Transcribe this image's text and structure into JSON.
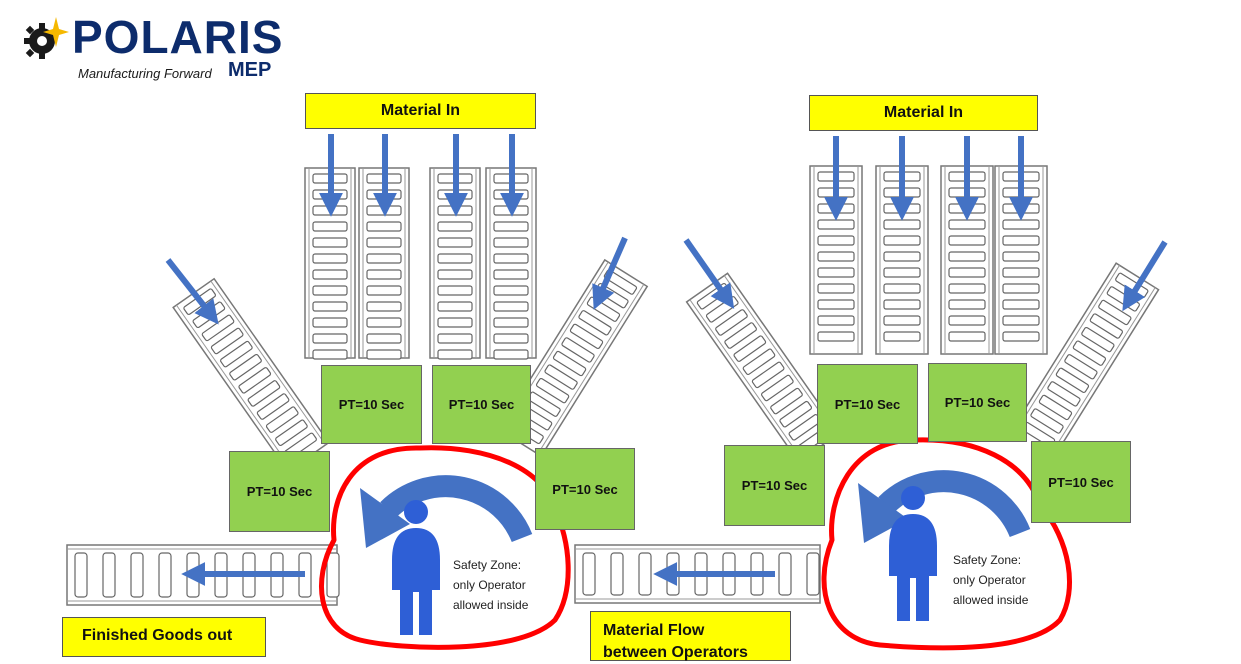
{
  "logo": {
    "brand": "POLARIS",
    "tagline": "Manufacturing Forward",
    "sub": "MEP",
    "brand_color": "#0d2c6c",
    "accent_color": "#f5b800"
  },
  "colors": {
    "label_yellow": "#ffff00",
    "station_green": "#92d050",
    "arrow_blue": "#4472c4",
    "safety_red": "#ff0000",
    "operator_blue": "#2e5fd6"
  },
  "cells": [
    {
      "material_in": "Material In",
      "stations": [
        "PT=10 Sec",
        "PT=10 Sec",
        "PT=10 Sec",
        "PT=10 Sec"
      ],
      "safety_zone": [
        "Safety Zone:",
        "only Operator",
        "allowed inside"
      ]
    },
    {
      "material_in": "Material In",
      "stations": [
        "PT=10 Sec",
        "PT=10 Sec",
        "PT=10 Sec",
        "PT=10 Sec"
      ],
      "safety_zone": [
        "Safety  Zone:",
        "only Operator",
        "allowed inside"
      ]
    }
  ],
  "finished_goods": "Finished Goods out",
  "material_flow": [
    "Material Flow",
    "between Operators"
  ]
}
